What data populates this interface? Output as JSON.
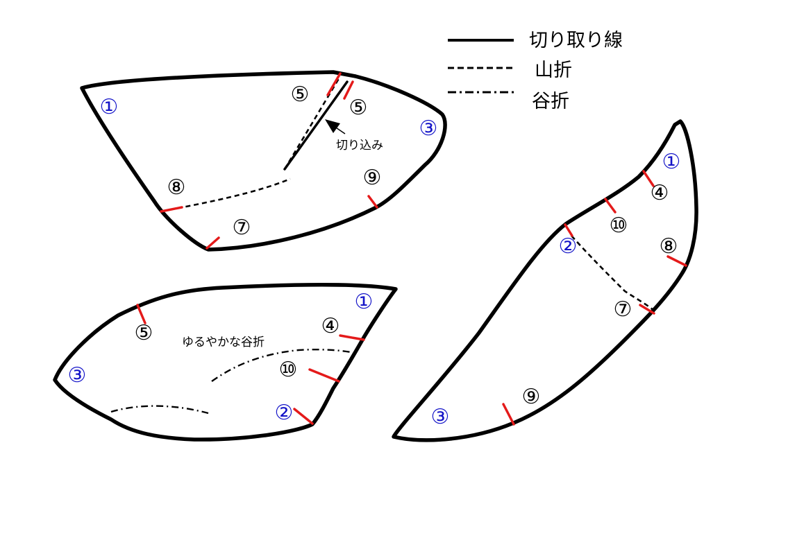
{
  "legend": {
    "cut_line": "切り取り線",
    "mountain_fold": "山折",
    "valley_fold": "谷折"
  },
  "piece_a": {
    "labels": {
      "circle1": "①",
      "circle3": "③",
      "circle5_left": "⑤",
      "circle5_right": "⑤",
      "circle8": "⑧",
      "circle7": "⑦",
      "circle9": "⑨"
    },
    "slit_note": "切り込み"
  },
  "piece_b": {
    "labels": {
      "circle1": "①",
      "circle4": "④",
      "circle10": "⑩",
      "circle2": "②",
      "circle8": "⑧",
      "circle7": "⑦",
      "circle9": "⑨",
      "circle3": "③"
    }
  },
  "piece_c": {
    "labels": {
      "circle1": "①",
      "circle4": "④",
      "circle5": "⑤",
      "circle10": "⑩",
      "circle2": "②",
      "circle3": "③"
    },
    "gentle_fold_note": "ゆるやかな谷折"
  },
  "colors": {
    "outline": "#000000",
    "marker": "#e41a1a",
    "blue_label": "#1414c8"
  }
}
